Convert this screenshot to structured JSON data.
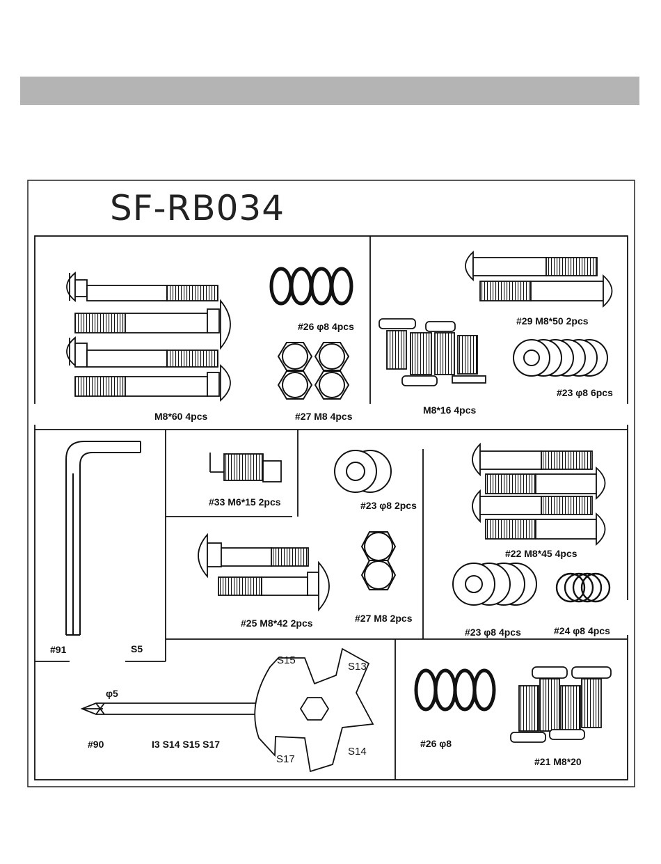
{
  "model_code": "SF-RB034",
  "parts": {
    "p60": "M8*60  4pcs",
    "p26a": "#26 φ8  4pcs",
    "p27a": "#27  M8  4pcs",
    "p16": "M8*16  4pcs",
    "p29": "#29  M8*50  2pcs",
    "p23a": "#23  φ8  6pcs",
    "p33": "#33  M6*15  2pcs",
    "p23b": "#23  φ8  2pcs",
    "p25": "#25  M8*42  2pcs",
    "p27b": "#27  M8  2pcs",
    "p22": "#22  M8*45  4pcs",
    "p23c": "#23  φ8  4pcs",
    "p24": "#24  φ8  4pcs",
    "p91": "#91",
    "s5": "S5",
    "p90": "#90",
    "phi5": "φ5",
    "sizes": "I3  S14  S15  S17",
    "p26b": "#26  φ8",
    "p21": "#21  M8*20"
  },
  "wrench": {
    "s15": "S15",
    "s13": "S13",
    "s17": "S17",
    "s14": "S14"
  }
}
